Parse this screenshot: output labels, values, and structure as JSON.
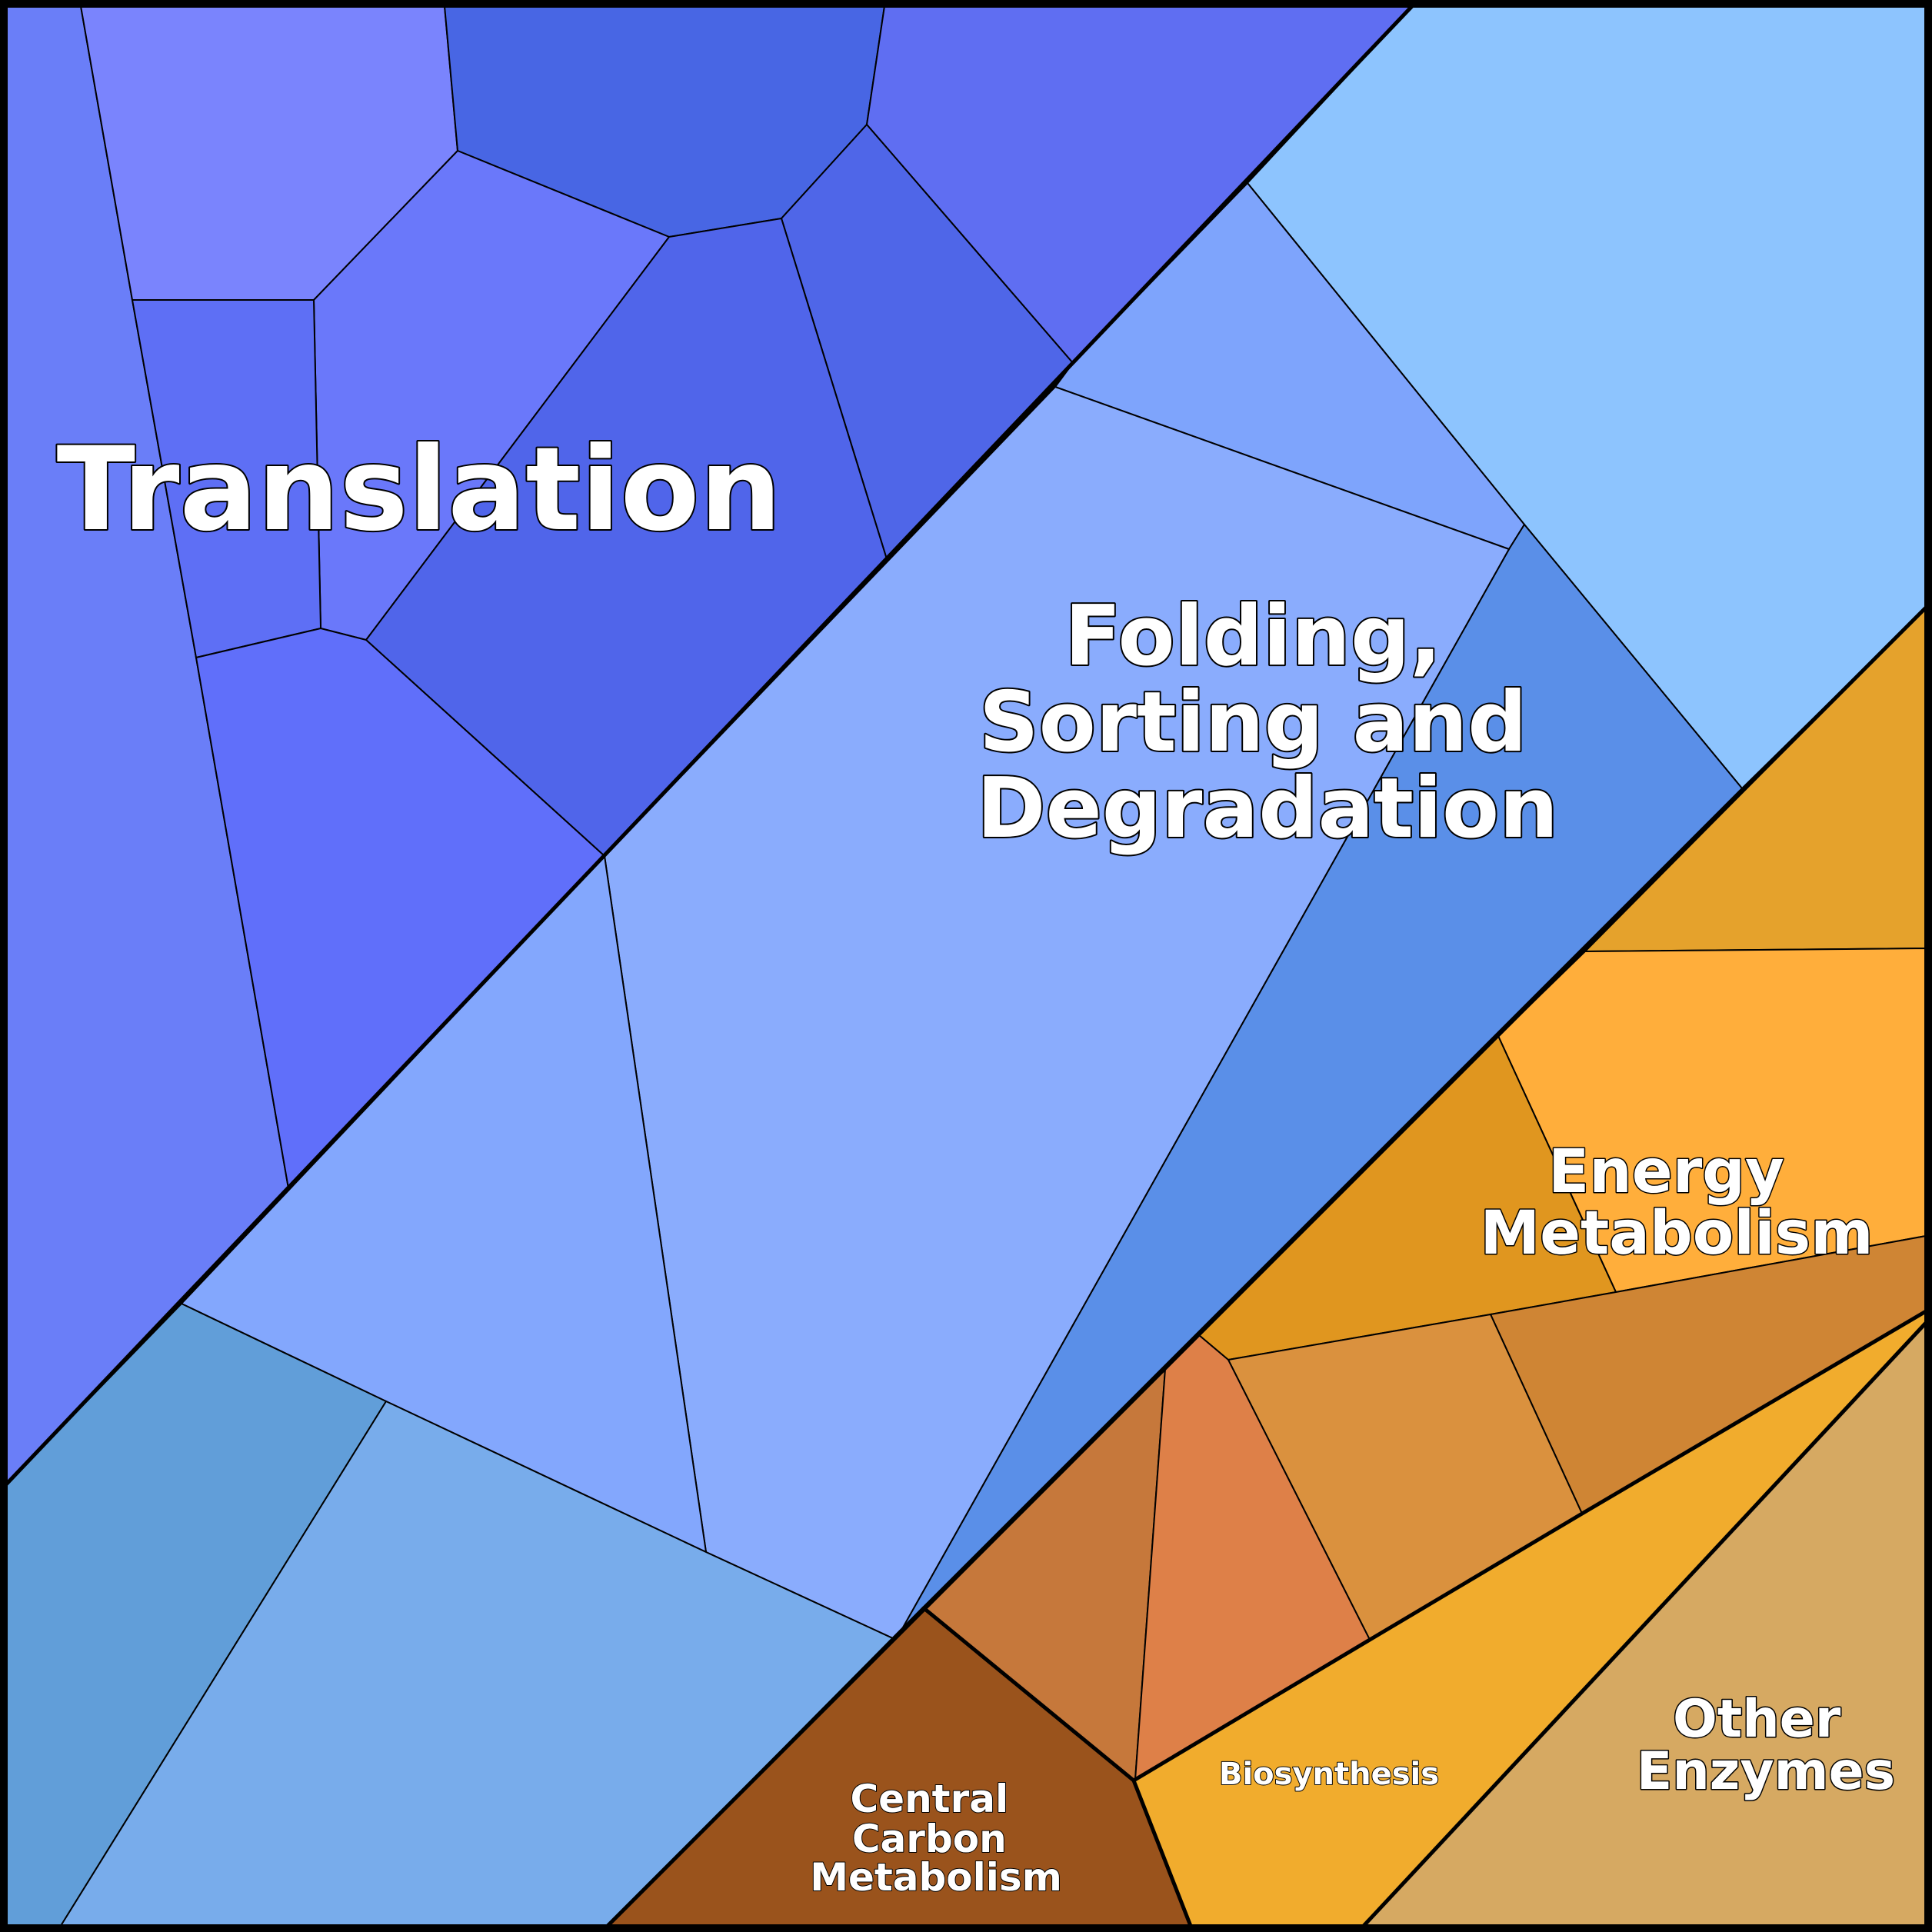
{
  "labels": {
    "translation": "Translation",
    "folding": [
      "Folding,",
      "Sorting and",
      "Degradation"
    ],
    "energy": [
      "Energy",
      "Metabolism"
    ],
    "other": [
      "Other",
      "Enzymes"
    ],
    "biosynthesis": "Biosynthesis",
    "central": [
      "Central",
      "Carbon",
      "Metabolism"
    ]
  },
  "colors": {
    "translation": [
      "#6a7ef8",
      "#7a84fd",
      "#4866e4",
      "#5f6ef2",
      "#6a78fa",
      "#5e6ff5",
      "#4f66e8",
      "#5065ea",
      "#606ffa"
    ],
    "folding": [
      "#8dc4fe",
      "#7ea4fc",
      "#5a8fe8",
      "#8aacfd",
      "#83a7fd",
      "#619ed9",
      "#78aceb"
    ],
    "energy": [
      "#e5a22c",
      "#ffae3b",
      "#e0961f",
      "#cf8534",
      "#da913e"
    ],
    "other": [
      "#d6a962"
    ],
    "biosynthesis": [
      "#f1ac2d"
    ],
    "central": [
      "#9a531c",
      "#c6783b",
      "#de8048"
    ]
  }
}
